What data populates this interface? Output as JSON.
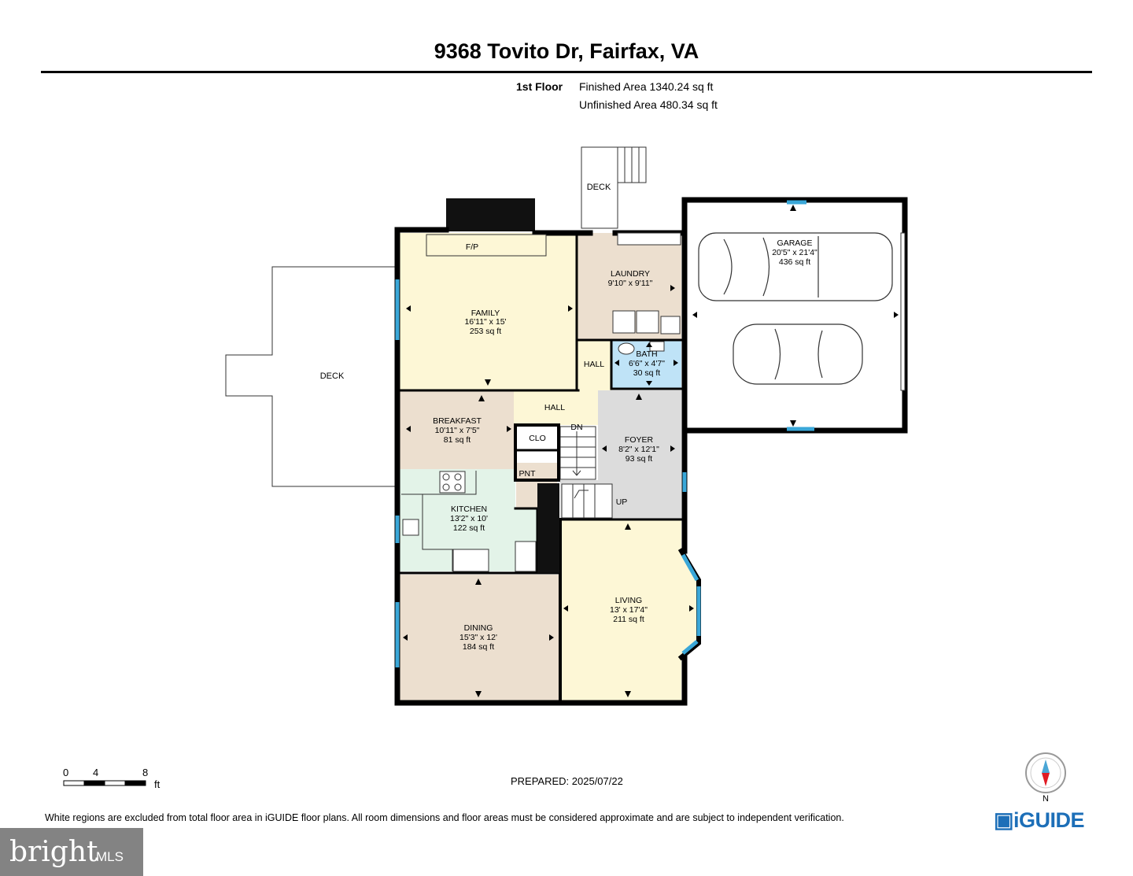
{
  "title": "9368 Tovito Dr, Fairfax, VA",
  "floor": {
    "name": "1st Floor",
    "finished": "Finished Area 1340.24 sq ft",
    "unfinished": "Unfinished Area 480.34 sq ft"
  },
  "rooms": {
    "family": {
      "name": "FAMILY",
      "dims": "16'11\" x 15'",
      "area": "253 sq ft"
    },
    "laundry": {
      "name": "LAUNDRY",
      "dims": "9'10\" x 9'11\""
    },
    "garage": {
      "name": "GARAGE",
      "dims": "20'5\" x 21'4\"",
      "area": "436 sq ft"
    },
    "bath": {
      "name": "BATH",
      "dims": "6'6\" x 4'7\"",
      "area": "30 sq ft"
    },
    "breakfast": {
      "name": "BREAKFAST",
      "dims": "10'11\" x 7'5\"",
      "area": "81 sq ft"
    },
    "foyer": {
      "name": "FOYER",
      "dims": "8'2\" x 12'1\"",
      "area": "93 sq ft"
    },
    "kitchen": {
      "name": "KITCHEN",
      "dims": "13'2\" x 10'",
      "area": "122 sq ft"
    },
    "living": {
      "name": "LIVING",
      "dims": "13' x 17'4\"",
      "area": "211 sq ft"
    },
    "dining": {
      "name": "DINING",
      "dims": "15'3\" x 12'",
      "area": "184 sq ft"
    }
  },
  "labels": {
    "deck_top": "DECK",
    "deck_left": "DECK",
    "fp": "F/P",
    "hall_upper": "HALL",
    "hall_lower": "HALL",
    "clo": "CLO",
    "dn": "DN",
    "pnt": "PNT",
    "up": "UP"
  },
  "scale": {
    "ticks": [
      "0",
      "4",
      "8"
    ],
    "unit": "ft"
  },
  "prepared": "PREPARED: 2025/07/22",
  "disclaimer": "White regions are excluded from total floor area in iGUIDE floor plans. All room dimensions and floor areas must be considered approximate and are subject to independent verification.",
  "compass": {
    "label": "N"
  },
  "brand": {
    "iguide": "iGUIDE",
    "bright": "bright",
    "mls": "MLS"
  },
  "colors": {
    "family": "#fdf7d6",
    "laundry": "#ecdfcf",
    "bath": "#bfe3f7",
    "breakfast": "#ecdfcf",
    "hall": "#fdf7d6",
    "foyer": "#dcdcdc",
    "kitchen": "#e3f3e8",
    "dining": "#ecdfcf",
    "living": "#fdf7d6",
    "window": "#3aa7d8",
    "wall": "#000000"
  }
}
